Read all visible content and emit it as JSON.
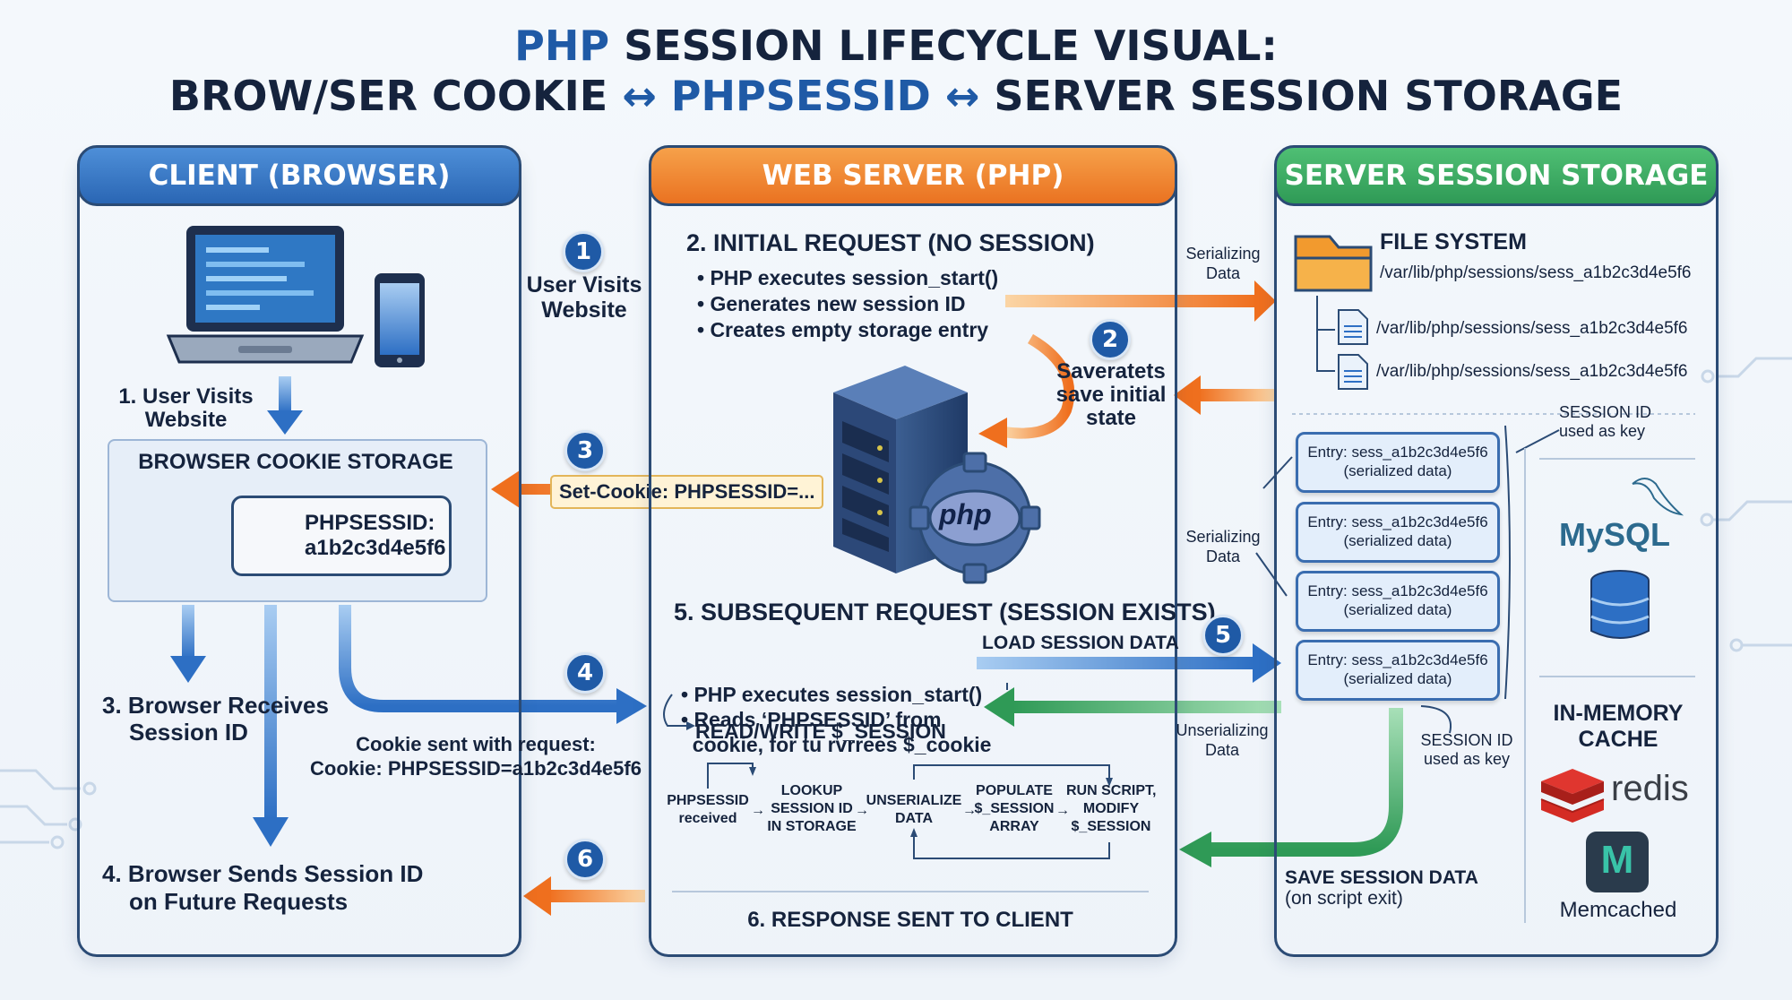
{
  "title": {
    "line1_accent": "PHP",
    "line1_rest": "SESSION LIFECYCLE VISUAL:",
    "line2_a": "BROW/SER COOKIE",
    "line2_arrow1": "↔",
    "line2_b": "PHPSESSID",
    "line2_arrow2": "↔",
    "line2_c": "SERVER SESSION STORAGE"
  },
  "client": {
    "header": "CLIENT (BROWSER)",
    "step1": [
      "1. User Visits",
      "Website"
    ],
    "cookie_storage": "BROWSER COOKIE STORAGE",
    "cookie_name": "PHPSESSID:",
    "cookie_value": "a1b2c3d4e5f6",
    "step3": [
      "3. Browser Receives",
      "Session ID"
    ],
    "step4": [
      "4. Browser Sends Session ID",
      "on Future Requests"
    ]
  },
  "arrows": {
    "n1": "1",
    "n1_label": [
      "User Visits",
      "Website"
    ],
    "n3": "3",
    "set_cookie": "Set-Cookie: PHPSESSID=...",
    "n4": "4",
    "cookie_sent": [
      "Cookie sent with request:",
      "Cookie: PHPSESSID=a1b2c3d4e5f6"
    ],
    "n6": "6",
    "n2": "2",
    "n2_label": [
      "Saveratets",
      "save initial",
      "state"
    ],
    "n5": "5",
    "serializing_top": [
      "Serializing",
      "Data"
    ],
    "serializing_mid": [
      "Serializing",
      "Data"
    ],
    "unserializing": [
      "Unserializing",
      "Data"
    ],
    "load_session": "LOAD SESSION DATA",
    "save_session": [
      "SAVE SESSION DATA",
      "(on script exit)"
    ]
  },
  "webserver": {
    "header": "WEB SERVER (PHP)",
    "initial_title": "2. INITIAL REQUEST (NO SESSION)",
    "initial_bullets": [
      "• PHP executes session_start()",
      "• Generates new session ID",
      "• Creates empty storage entry"
    ],
    "php_logo": "php",
    "subsequent_title": "5. SUBSEQUENT REQUEST (SESSION EXISTS)",
    "subsequent_bullets": [
      "• PHP executes session_start()",
      "• Reads ‘PHPSESSID’ from",
      "  cookie, for tu rvrrees $_cookie"
    ],
    "readwrite": "READ/WRITE $_SESSION",
    "flow": [
      [
        "PHPSESSID",
        "received"
      ],
      [
        "LOOKUP",
        "SESSION ID",
        "IN STORAGE"
      ],
      [
        "UNSERIALIZE",
        "DATA"
      ],
      [
        "POPULATE",
        "$_SESSION",
        "ARRAY"
      ],
      [
        "RUN SCRIPT,",
        "MODIFY",
        "$_SESSION"
      ]
    ],
    "response": "6. RESPONSE SENT TO CLIENT"
  },
  "storage": {
    "header": "SERVER SESSION STORAGE",
    "fs_title": "FILE SYSTEM",
    "fs_paths": [
      "/var/lib/php/sessions/sess_a1b2c3d4e5f6",
      "/var/lib/php/sessions/sess_a1b2c3d4e5f6",
      "/var/lib/php/sessions/sess_a1b2c3d4e5f6"
    ],
    "entries": [
      [
        "Entry: sess_a1b2c3d4e5f6",
        "(serialized data)"
      ],
      [
        "Entry: sess_a1b2c3d4e5f6",
        "(serialized data)"
      ],
      [
        "Entry: sess_a1b2c3d4e5f6",
        "(serialized data)"
      ],
      [
        "Entry: sess_a1b2c3d4e5f6",
        "(serialized data)"
      ]
    ],
    "key_top": [
      "SESSION ID",
      "used as key"
    ],
    "key_bottom": [
      "SESSION ID",
      "used as key"
    ],
    "mysql": "MySQL",
    "inmemory": [
      "IN-MEMORY",
      "CACHE"
    ],
    "redis": "redis",
    "memcached_logo": "M",
    "memcached": "Memcached"
  },
  "colors": {
    "client": "#2e6fc0",
    "webserver": "#ef7f26",
    "storage": "#2f9a56",
    "orange_arrow": "#f07a2a",
    "blue_arrow": "#2d6fc4",
    "green_arrow": "#38a862"
  }
}
